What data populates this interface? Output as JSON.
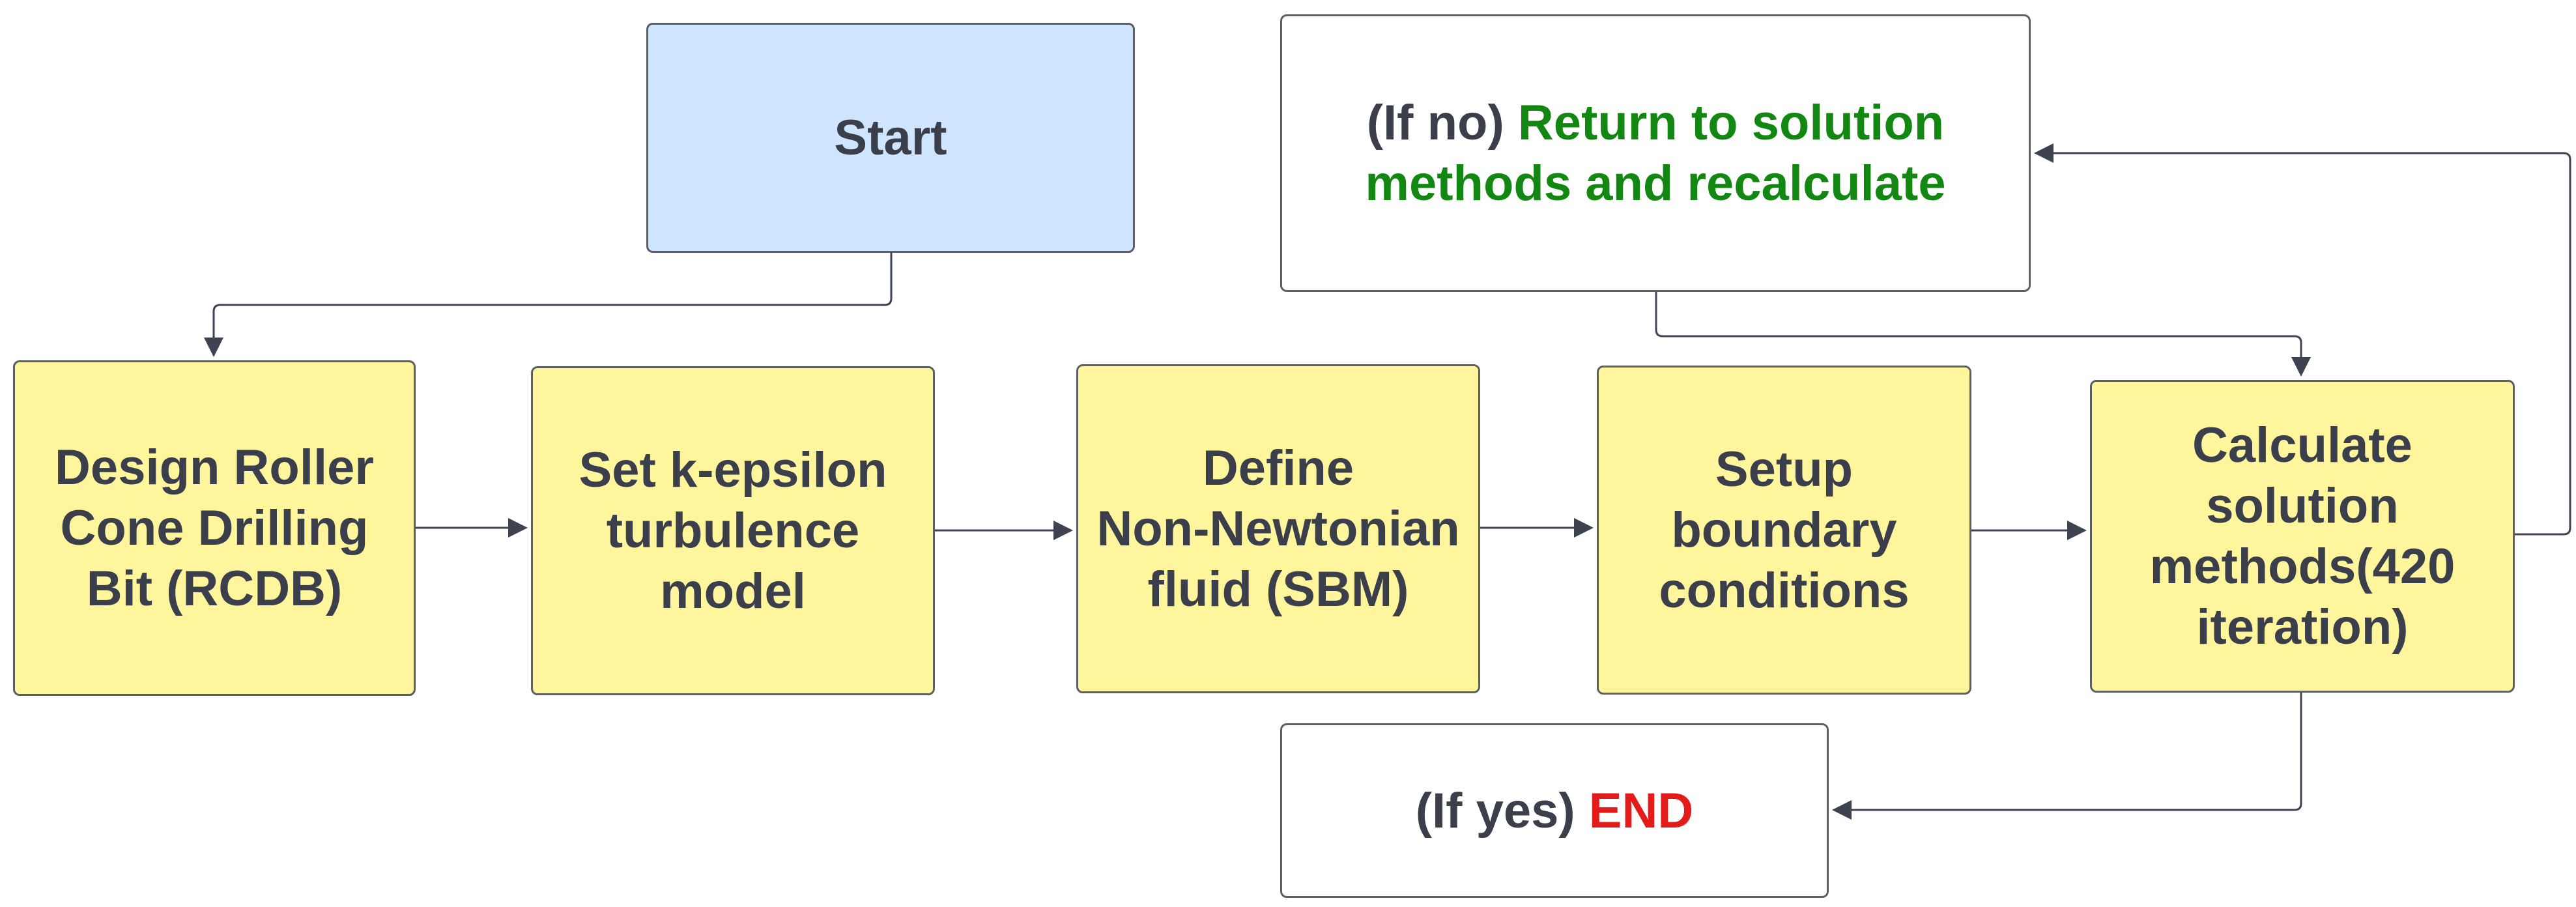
{
  "nodes": {
    "start": "Start",
    "design": "Design Roller\nCone Drilling\nBit (RCDB)",
    "turbulence": "Set k-epsilon\nturbulence\nmodel",
    "fluid": "Define\nNon-Newtonian\nfluid (SBM)",
    "boundary": "Setup\nboundary\nconditions",
    "calculate": "Calculate\nsolution\nmethods(420\niteration)",
    "return_prefix": "(If no) ",
    "return_text": "Return to solution\nmethods and recalculate",
    "end_prefix": "(If yes) ",
    "end_text": "END"
  },
  "colors": {
    "process_fill": "#fff59d",
    "start_fill": "#cfe4ff",
    "outcome_fill": "#ffffff",
    "border": "#5c5f66",
    "text": "#3a3f4b",
    "no_branch_text": "#128712",
    "end_text": "#e31b1b",
    "connector": "#3d4350"
  }
}
